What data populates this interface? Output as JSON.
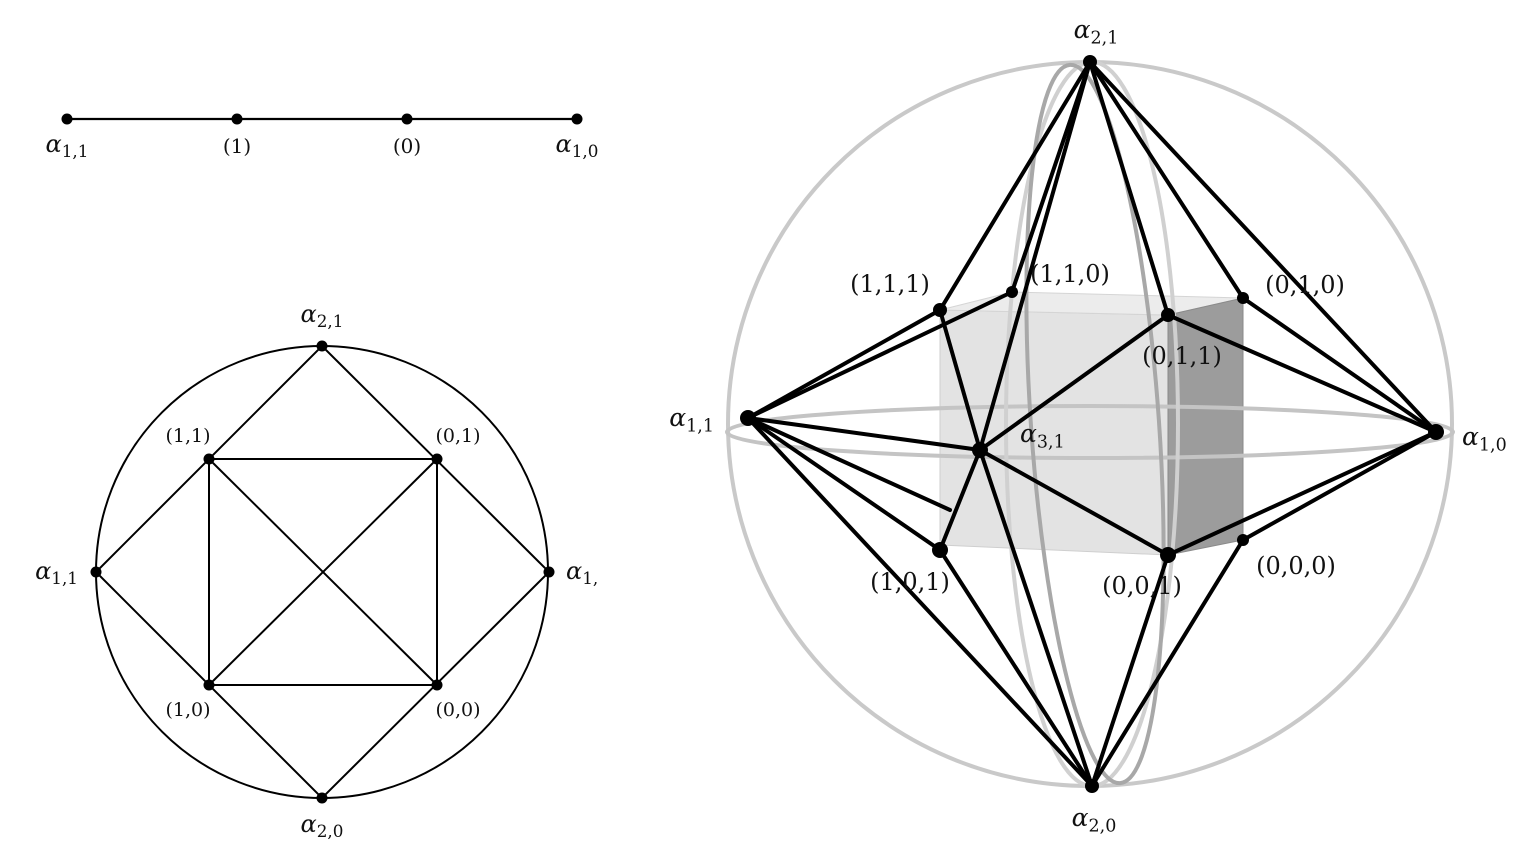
{
  "colors": {
    "ink": "#000000",
    "sphere": "#c9c9c9",
    "cube_light": "#e4e4e4",
    "cube_top": "#ebebeb",
    "cube_dark": "#9a9a9a"
  },
  "line_diagram": {
    "labels": {
      "left": "α1,1",
      "mid_left": "(1)",
      "mid_right": "(0)",
      "right": "α1,0"
    }
  },
  "circle_diagram": {
    "labels": {
      "top": "α2,1",
      "bottom": "α2,0",
      "left": "α1,1",
      "right": "α1,",
      "v11": "(1,1)",
      "v01": "(0,1)",
      "v10": "(1,0)",
      "v00": "(0,0)"
    }
  },
  "sphere_diagram": {
    "labels": {
      "top": "α2,1",
      "bottom": "α2,0",
      "left": "α1,1",
      "right": "α1,0",
      "center": "α3,1",
      "v111": "(1,1,1)",
      "v110": "(1,1,0)",
      "v010": "(0,1,0)",
      "v011": "(0,1,1)",
      "v101": "(1,0,1)",
      "v001": "(0,0,1)",
      "v000": "(0,0,0)"
    }
  }
}
